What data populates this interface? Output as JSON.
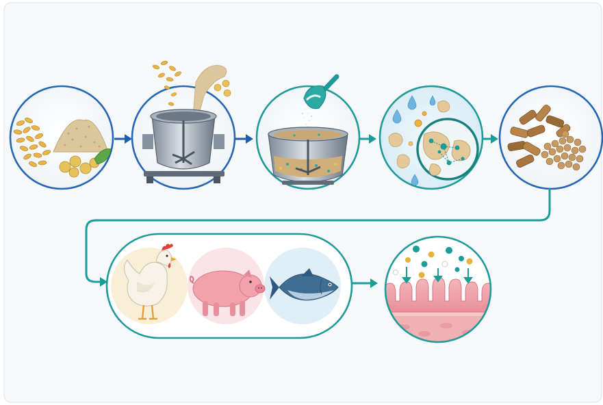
{
  "colors": {
    "blue_stroke": "#2466b3",
    "teal_stroke": "#1f9a98",
    "blue_arrow": "#1f5fb0",
    "teal_arrow": "#1a9c98",
    "panel_bg": "#f7f8fa",
    "panel_border": "#e1e4e8"
  },
  "steps": [
    {
      "id": "raw-materials",
      "icons": [
        "grain-icon",
        "meal-pile-icon",
        "soybean-icon",
        "leaf-icon"
      ]
    },
    {
      "id": "mixing",
      "icons": [
        "mixer-tank-icon",
        "falling-grain-icon"
      ]
    },
    {
      "id": "enzyme-addition",
      "icons": [
        "scoop-icon",
        "mixer-tank-icon"
      ]
    },
    {
      "id": "enzymatic-breakdown",
      "icons": [
        "water-drop-icon",
        "substrate-particle-icon",
        "magnifier-icon",
        "molecule-icon"
      ]
    },
    {
      "id": "feed-pellets",
      "icons": [
        "pellet-icon"
      ]
    },
    {
      "id": "livestock",
      "icons": [
        "chicken-icon",
        "pig-icon",
        "fish-icon"
      ]
    },
    {
      "id": "nutrient-absorption",
      "icons": [
        "nutrient-molecule-icon",
        "down-arrow-icon",
        "intestinal-villi-icon"
      ]
    }
  ]
}
